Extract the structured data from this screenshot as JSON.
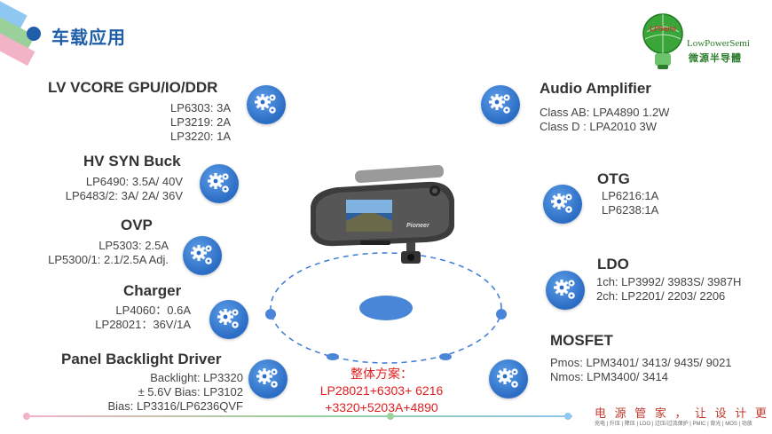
{
  "page_title": "车载应用",
  "logo": {
    "bulb_text": "LPSemi",
    "brand_en": "LowPowerSemi",
    "brand_cn": "微源半导體"
  },
  "left_items": [
    {
      "title": "LV VCORE GPU/IO/DDR",
      "lines": [
        "LP6303: 3A",
        "LP3219: 2A",
        "LP3220: 1A"
      ]
    },
    {
      "title": "HV SYN Buck",
      "lines": [
        "LP6490: 3.5A/ 40V",
        "LP6483/2: 3A/ 2A/ 36V"
      ]
    },
    {
      "title": "OVP",
      "lines": [
        "LP5303: 2.5A",
        "LP5300/1: 2.1/2.5A Adj."
      ]
    },
    {
      "title": "Charger",
      "lines": [
        "LP4060：0.6A",
        "LP28021：36V/1A"
      ]
    },
    {
      "title": "Panel Backlight Driver",
      "lines": [
        "Backlight: LP3320",
        "± 5.6V Bias: LP3102",
        "Bias: LP3316/LP6236QVF"
      ]
    }
  ],
  "right_items": [
    {
      "title": "Audio Amplifier",
      "lines": [
        "Class AB: LPA4890 1.2W",
        "Class  D : LPA2010  3W"
      ]
    },
    {
      "title": "OTG",
      "lines": [
        "LP6216:1A",
        "LP6238:1A"
      ]
    },
    {
      "title": "LDO",
      "lines": [
        "1ch: LP3992/ 3983S/ 3987H",
        "2ch: LP2201/ 2203/ 2206"
      ]
    },
    {
      "title": "MOSFET",
      "lines": [
        "Pmos: LPM3401/ 3413/ 9435/ 9021",
        "Nmos: LPM3400/ 3414"
      ]
    }
  ],
  "solution": {
    "label": "整体方案：",
    "line1": "LP28021+6303+ 6216",
    "line2": "+3320+5203A+4890"
  },
  "device": {
    "brand": "Pioneer"
  },
  "footer": {
    "slogan": "电 源 管 家 ， 让 设 计 更 简 单",
    "sub": "充电 | 升压 | 降压 | LDO | 过压/过流保护 | PMIC | 背光 | MOS | 功放"
  },
  "icons": {
    "gear": "gear-icon"
  },
  "colors": {
    "accent": "#1f5ea8",
    "gear": "#2b6cc4",
    "solution": "#e02020"
  }
}
